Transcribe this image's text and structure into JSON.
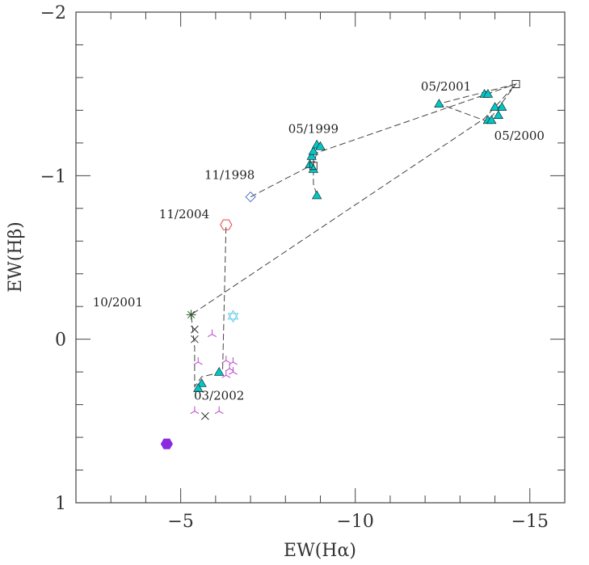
{
  "chart_data": {
    "type": "scatter",
    "xlabel": "EW(Hα)",
    "ylabel": "EW(Hβ)",
    "xlim": [
      -2,
      -16
    ],
    "ylim": [
      1,
      -2
    ],
    "x_ticks": [
      {
        "value": -5,
        "label": "−5"
      },
      {
        "value": -10,
        "label": "−10"
      },
      {
        "value": -15,
        "label": "−15"
      }
    ],
    "y_ticks": [
      {
        "value": -2,
        "label": "−2"
      },
      {
        "value": -1,
        "label": "−1"
      },
      {
        "value": 0,
        "label": "0"
      },
      {
        "value": 1,
        "label": "1"
      }
    ],
    "annotations": [
      {
        "text": "05/2001",
        "x": -12.6,
        "y": -1.52
      },
      {
        "text": "05/1999",
        "x": -8.8,
        "y": -1.26
      },
      {
        "text": "05/2000",
        "x": -14.7,
        "y": -1.22
      },
      {
        "text": "11/1998",
        "x": -6.4,
        "y": -0.98
      },
      {
        "text": "11/2004",
        "x": -5.1,
        "y": -0.74
      },
      {
        "text": "10/2001",
        "x": -3.2,
        "y": -0.2
      },
      {
        "text": "03/2002",
        "x": -6.1,
        "y": 0.37
      }
    ],
    "colors": {
      "triangle": "#00c8c8",
      "diamond": "#5577bb",
      "hexagon_open": "#e84040",
      "hexagon_filled": "#8a2be2",
      "star": "#66ccee",
      "tri_y": "#bb44cc",
      "cross": "#333333",
      "square": "#333333",
      "asterisk": "#225522"
    },
    "paths": [
      [
        [
          -7.0,
          -0.87
        ],
        [
          -8.8,
          -1.07
        ],
        [
          -8.9,
          -1.14
        ],
        [
          -14.6,
          -1.56
        ],
        [
          -13.8,
          -1.33
        ],
        [
          -12.4,
          -1.44
        ],
        [
          -14.6,
          -1.56
        ],
        [
          -13.7,
          -1.35
        ],
        [
          -5.3,
          -0.15
        ],
        [
          -5.4,
          0.05
        ],
        [
          -5.4,
          0.29
        ],
        [
          -5.6,
          0.23
        ],
        [
          -6.2,
          0.2
        ],
        [
          -6.3,
          -0.7
        ]
      ],
      [
        [
          -8.8,
          -1.1
        ],
        [
          -8.8,
          -0.95
        ],
        [
          -8.9,
          -0.88
        ]
      ]
    ],
    "series": [
      {
        "marker": "triangle-filled",
        "points": [
          [
            -8.7,
            -1.07
          ],
          [
            -8.75,
            -1.12
          ],
          [
            -8.8,
            -1.15
          ],
          [
            -8.9,
            -1.19
          ],
          [
            -9.0,
            -1.18
          ],
          [
            -8.8,
            -1.04
          ],
          [
            -8.9,
            -0.88
          ],
          [
            -12.4,
            -1.44
          ],
          [
            -13.7,
            -1.5
          ],
          [
            -13.8,
            -1.5
          ],
          [
            -14.0,
            -1.42
          ],
          [
            -14.2,
            -1.42
          ],
          [
            -14.1,
            -1.37
          ],
          [
            -13.8,
            -1.34
          ],
          [
            -13.9,
            -1.34
          ],
          [
            -5.6,
            0.27
          ],
          [
            -5.5,
            0.3
          ],
          [
            -6.1,
            0.2
          ]
        ]
      },
      {
        "marker": "square-open",
        "points": [
          [
            -14.6,
            -1.56
          ],
          [
            -8.8,
            -1.06
          ]
        ]
      },
      {
        "marker": "diamond-open",
        "points": [
          [
            -7.0,
            -0.87
          ]
        ]
      },
      {
        "marker": "hexagon-open",
        "points": [
          [
            -6.3,
            -0.7
          ]
        ]
      },
      {
        "marker": "hexagon-filled",
        "points": [
          [
            -4.6,
            0.64
          ]
        ]
      },
      {
        "marker": "star-open",
        "points": [
          [
            -6.5,
            -0.14
          ]
        ]
      },
      {
        "marker": "asterisk",
        "points": [
          [
            -5.3,
            -0.15
          ]
        ]
      },
      {
        "marker": "cross",
        "points": [
          [
            -5.4,
            -0.06
          ],
          [
            -5.4,
            0.0
          ],
          [
            -5.7,
            0.47
          ]
        ]
      },
      {
        "marker": "tri-y",
        "points": [
          [
            -5.9,
            -0.03
          ],
          [
            -5.5,
            0.14
          ],
          [
            -6.3,
            0.13
          ],
          [
            -6.5,
            0.14
          ],
          [
            -6.4,
            0.18
          ],
          [
            -6.5,
            0.2
          ],
          [
            -6.3,
            0.22
          ],
          [
            -5.4,
            0.44
          ],
          [
            -6.1,
            0.44
          ]
        ]
      }
    ]
  }
}
